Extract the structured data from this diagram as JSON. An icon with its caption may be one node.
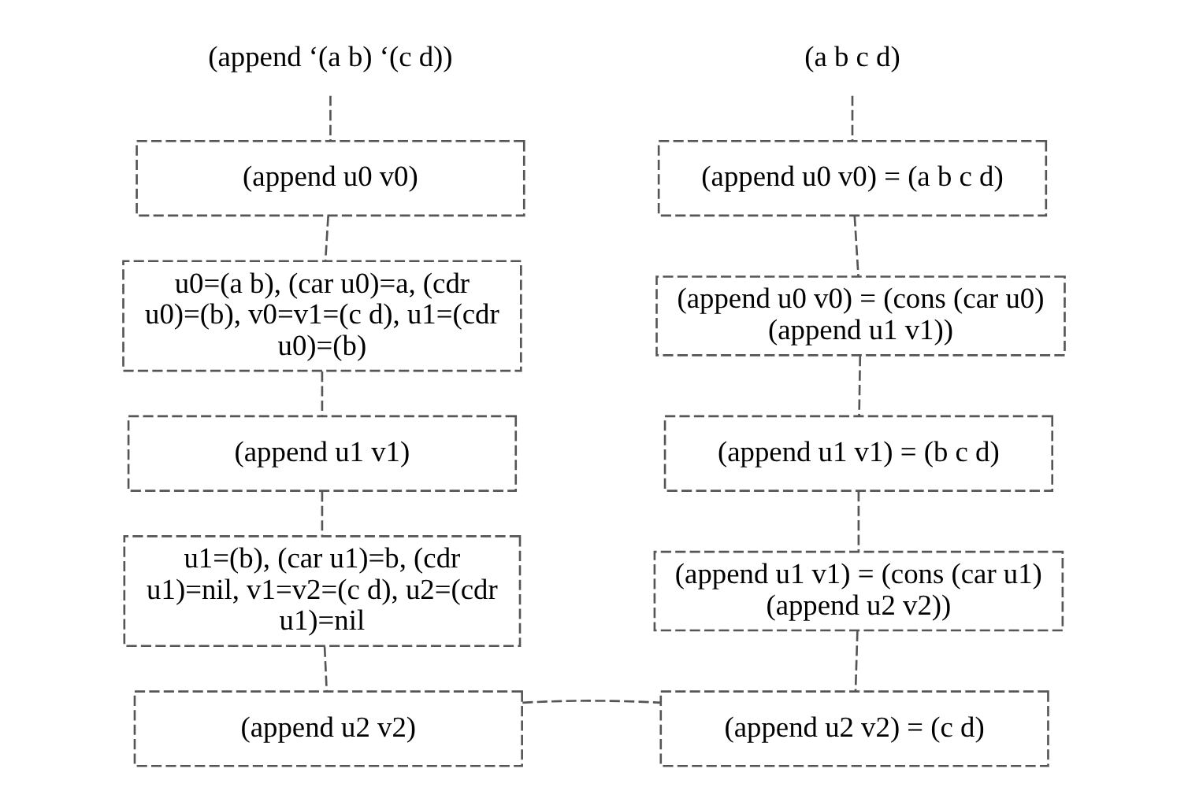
{
  "diagram": {
    "nodes": [
      {
        "text": [
          "(append ‘(a b) ‘(c d))"
        ]
      },
      {
        "text": [
          "(append u0 v0)"
        ]
      },
      {
        "text": [
          "u0=(a b), (car u0)=a, (cdr u0)=(b), v0=v1=(c d), u1=(cdr u0)=(b)"
        ]
      },
      {
        "text": [
          "(append u1 v1)"
        ]
      },
      {
        "text": [
          "u1=(b), (car u1)=b, (cdr u1)=nil, v1=v2=(c d), u2=(cdr u1)=nil"
        ]
      },
      {
        "text": [
          "(append u2 v2)"
        ]
      },
      {
        "text": [
          "(a b c d)"
        ]
      },
      {
        "text": [
          "(append u0 v0) = (a b c d)"
        ]
      },
      {
        "text": [
          "(append u0 v0) = (cons (car u0) (append u1 v1))"
        ]
      },
      {
        "text": [
          "(append u1 v1) = (b c d)"
        ]
      },
      {
        "text": [
          "(append u1 v1) = (cons (car u1) (append u2 v2))"
        ]
      },
      {
        "text": [
          "(append u2 v2) = (c d)"
        ]
      }
    ],
    "edges": [
      {
        "from": 0,
        "to": 1,
        "arrow": "none"
      },
      {
        "from": 1,
        "to": 2,
        "arrow": "none"
      },
      {
        "from": 2,
        "to": 3,
        "arrow": "none"
      },
      {
        "from": 3,
        "to": 4,
        "arrow": "none"
      },
      {
        "from": 4,
        "to": 5,
        "arrow": "none"
      },
      {
        "from": 5,
        "to": 11,
        "arrow": "none"
      },
      {
        "from": 6,
        "to": 7,
        "arrow": "none"
      },
      {
        "from": 7,
        "to": 8,
        "arrow": "none"
      },
      {
        "from": 8,
        "to": 9,
        "arrow": "none"
      },
      {
        "from": 9,
        "to": 10,
        "arrow": "none"
      },
      {
        "from": 10,
        "to": 11,
        "arrow": "none"
      }
    ]
  }
}
